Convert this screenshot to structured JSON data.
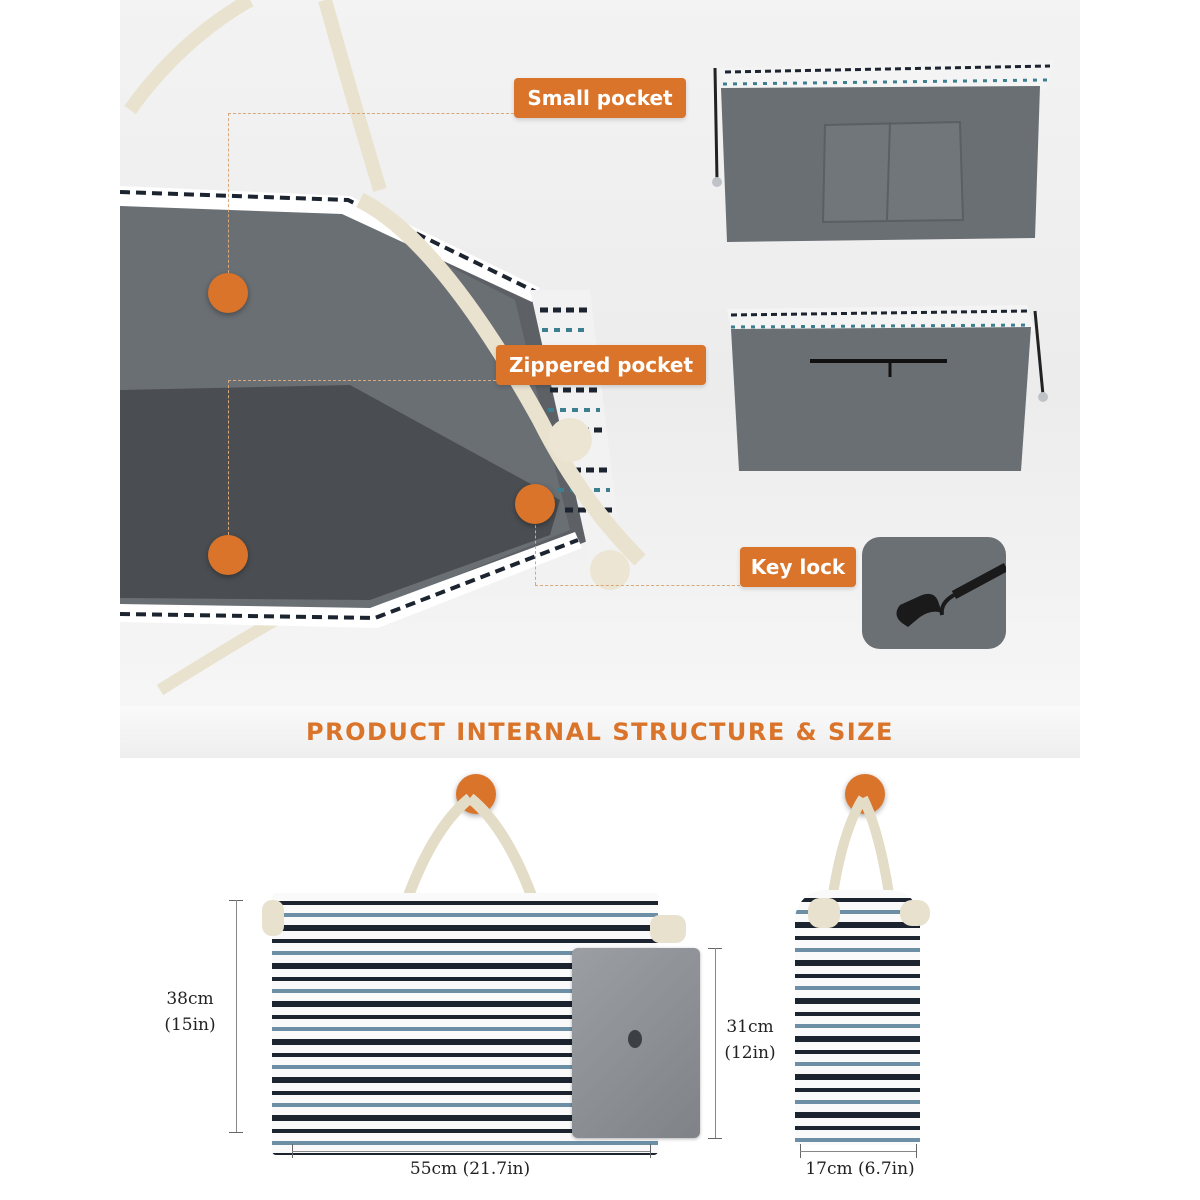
{
  "callouts": {
    "small_pocket": "Small pocket",
    "zippered_pocket": "Zippered pocket",
    "key_lock": "Key lock"
  },
  "section_title": "PRODUCT INTERNAL STRUCTURE & SIZE",
  "dimensions": {
    "bag_height": [
      "38cm",
      "(15in)"
    ],
    "laptop_height": [
      "31cm",
      "(12in)"
    ],
    "bag_width": "55cm (21.7in)",
    "bag_depth": "17cm (6.7in)"
  },
  "colors": {
    "accent": "#d9742a",
    "lining": "#6a6f74",
    "laptop": "#8e9196"
  }
}
